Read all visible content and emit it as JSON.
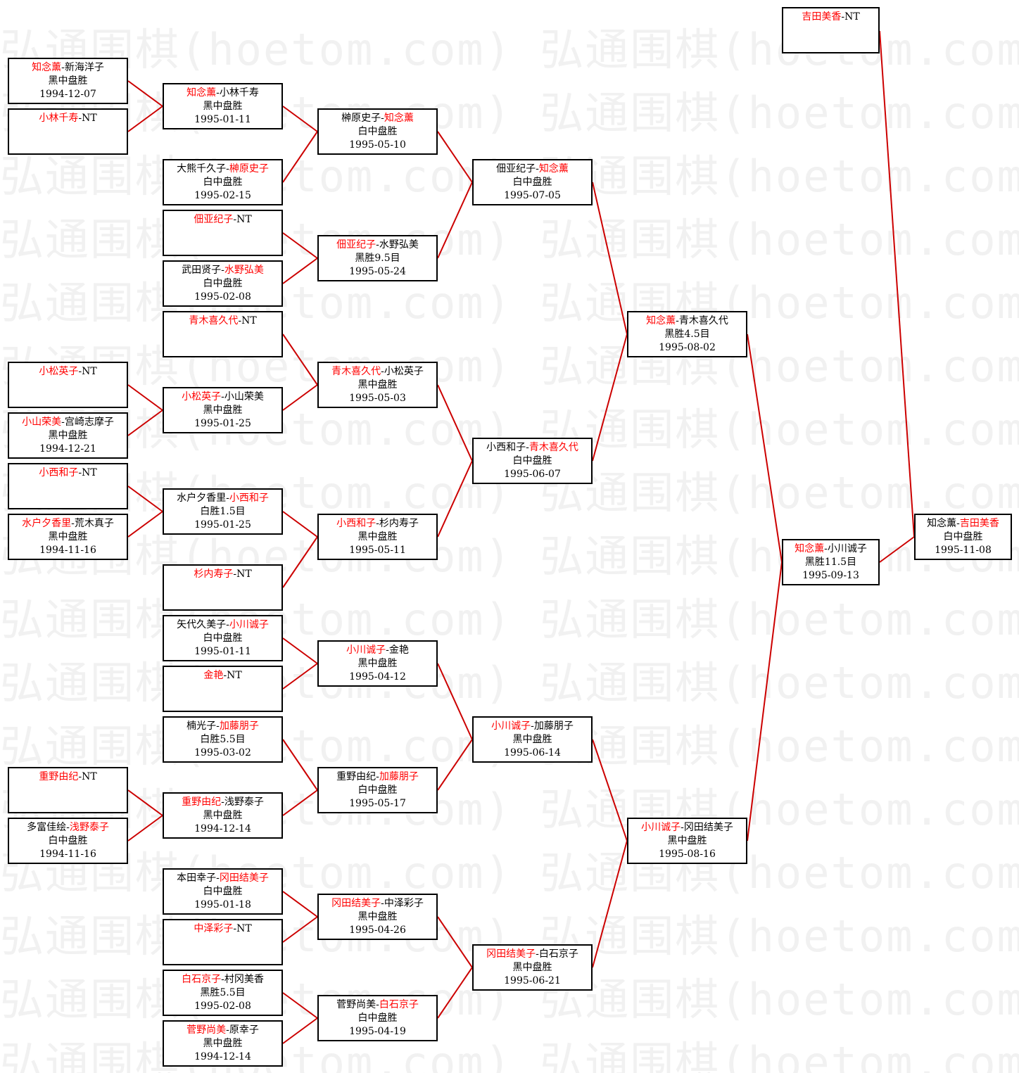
{
  "watermark": "弘通围棋(hoetom.com)",
  "colors": {
    "winner": "#ff0000",
    "loser": "#000000",
    "line": "#cc0000",
    "watermark": "#f1f1f1"
  },
  "games": [
    {
      "id": "r1a",
      "p1": "知念薰",
      "p2": "新海洋子",
      "winner": 1,
      "result": "黑中盘胜",
      "date": "1994-12-07"
    },
    {
      "id": "r1b",
      "p1": "小林千寿",
      "p2": "NT",
      "winner": 1,
      "result": "",
      "date": ""
    },
    {
      "id": "r1c",
      "p1": "小松英子",
      "p2": "NT",
      "winner": 1,
      "result": "",
      "date": ""
    },
    {
      "id": "r1d",
      "p1": "小山荣美",
      "p2": "宫崎志摩子",
      "winner": 1,
      "result": "黑中盘胜",
      "date": "1994-12-21"
    },
    {
      "id": "r1e",
      "p1": "小西和子",
      "p2": "NT",
      "winner": 1,
      "result": "",
      "date": ""
    },
    {
      "id": "r1f",
      "p1": "水户夕香里",
      "p2": "荒木真子",
      "winner": 1,
      "result": "黑中盘胜",
      "date": "1994-11-16"
    },
    {
      "id": "r1g",
      "p1": "重野由纪",
      "p2": "NT",
      "winner": 1,
      "result": "",
      "date": ""
    },
    {
      "id": "r1h",
      "p1": "多富佳绘",
      "p2": "浅野泰子",
      "winner": 2,
      "result": "白中盘胜",
      "date": "1994-11-16"
    },
    {
      "id": "r2a",
      "p1": "知念薰",
      "p2": "小林千寿",
      "winner": 1,
      "result": "黑中盘胜",
      "date": "1995-01-11"
    },
    {
      "id": "r2b",
      "p1": "大熊千久子",
      "p2": "榊原史子",
      "winner": 2,
      "result": "白中盘胜",
      "date": "1995-02-15"
    },
    {
      "id": "r2c",
      "p1": "佃亚纪子",
      "p2": "NT",
      "winner": 1,
      "result": "",
      "date": ""
    },
    {
      "id": "r2d",
      "p1": "武田贤子",
      "p2": "水野弘美",
      "winner": 2,
      "result": "白中盘胜",
      "date": "1995-02-08"
    },
    {
      "id": "r2e",
      "p1": "青木喜久代",
      "p2": "NT",
      "winner": 1,
      "result": "",
      "date": ""
    },
    {
      "id": "r2f",
      "p1": "小松英子",
      "p2": "小山荣美",
      "winner": 1,
      "result": "黑中盘胜",
      "date": "1995-01-25"
    },
    {
      "id": "r2g",
      "p1": "水户夕香里",
      "p2": "小西和子",
      "winner": 2,
      "result": "白胜1.5目",
      "date": "1995-01-25"
    },
    {
      "id": "r2h",
      "p1": "杉内寿子",
      "p2": "NT",
      "winner": 1,
      "result": "",
      "date": ""
    },
    {
      "id": "r2i",
      "p1": "矢代久美子",
      "p2": "小川诚子",
      "winner": 2,
      "result": "白中盘胜",
      "date": "1995-01-11"
    },
    {
      "id": "r2j",
      "p1": "金艳",
      "p2": "NT",
      "winner": 1,
      "result": "",
      "date": ""
    },
    {
      "id": "r2k",
      "p1": "楠光子",
      "p2": "加藤朋子",
      "winner": 2,
      "result": "白胜5.5目",
      "date": "1995-03-02"
    },
    {
      "id": "r2l",
      "p1": "重野由纪",
      "p2": "浅野泰子",
      "winner": 1,
      "result": "黑中盘胜",
      "date": "1994-12-14"
    },
    {
      "id": "r2m",
      "p1": "本田幸子",
      "p2": "冈田结美子",
      "winner": 2,
      "result": "白中盘胜",
      "date": "1995-01-18"
    },
    {
      "id": "r2n",
      "p1": "中泽彩子",
      "p2": "NT",
      "winner": 1,
      "result": "",
      "date": ""
    },
    {
      "id": "r2o",
      "p1": "白石京子",
      "p2": "村冈美香",
      "winner": 1,
      "result": "黑胜5.5目",
      "date": "1995-02-08"
    },
    {
      "id": "r2p",
      "p1": "菅野尚美",
      "p2": "原幸子",
      "winner": 1,
      "result": "黑中盘胜",
      "date": "1994-12-14"
    },
    {
      "id": "r3a",
      "p1": "榊原史子",
      "p2": "知念薰",
      "winner": 2,
      "result": "白中盘胜",
      "date": "1995-05-10"
    },
    {
      "id": "r3b",
      "p1": "佃亚纪子",
      "p2": "水野弘美",
      "winner": 1,
      "result": "黑胜9.5目",
      "date": "1995-05-24"
    },
    {
      "id": "r3c",
      "p1": "青木喜久代",
      "p2": "小松英子",
      "winner": 1,
      "result": "黑中盘胜",
      "date": "1995-05-03"
    },
    {
      "id": "r3d",
      "p1": "小西和子",
      "p2": "杉内寿子",
      "winner": 1,
      "result": "黑中盘胜",
      "date": "1995-05-11"
    },
    {
      "id": "r3e",
      "p1": "小川诚子",
      "p2": "金艳",
      "winner": 1,
      "result": "黑中盘胜",
      "date": "1995-04-12"
    },
    {
      "id": "r3f",
      "p1": "重野由纪",
      "p2": "加藤朋子",
      "winner": 2,
      "result": "白中盘胜",
      "date": "1995-05-17"
    },
    {
      "id": "r3g",
      "p1": "冈田结美子",
      "p2": "中泽彩子",
      "winner": 1,
      "result": "黑中盘胜",
      "date": "1995-04-26"
    },
    {
      "id": "r3h",
      "p1": "菅野尚美",
      "p2": "白石京子",
      "winner": 2,
      "result": "白中盘胜",
      "date": "1995-04-19"
    },
    {
      "id": "r4a",
      "p1": "佃亚纪子",
      "p2": "知念薰",
      "winner": 2,
      "result": "白中盘胜",
      "date": "1995-07-05"
    },
    {
      "id": "r4b",
      "p1": "小西和子",
      "p2": "青木喜久代",
      "winner": 2,
      "result": "白中盘胜",
      "date": "1995-06-07"
    },
    {
      "id": "r4c",
      "p1": "小川诚子",
      "p2": "加藤朋子",
      "winner": 1,
      "result": "黑中盘胜",
      "date": "1995-06-14"
    },
    {
      "id": "r4d",
      "p1": "冈田结美子",
      "p2": "白石京子",
      "winner": 1,
      "result": "黑中盘胜",
      "date": "1995-06-21"
    },
    {
      "id": "r5a",
      "p1": "知念薰",
      "p2": "青木喜久代",
      "winner": 1,
      "result": "黑胜4.5目",
      "date": "1995-08-02"
    },
    {
      "id": "r5b",
      "p1": "小川诚子",
      "p2": "冈田结美子",
      "winner": 1,
      "result": "黑中盘胜",
      "date": "1995-08-16"
    },
    {
      "id": "r6a",
      "p1": "知念薰",
      "p2": "小川诚子",
      "winner": 1,
      "result": "黑胜11.5目",
      "date": "1995-09-13"
    },
    {
      "id": "r6b",
      "p1": "吉田美香",
      "p2": "NT",
      "winner": 1,
      "result": "",
      "date": ""
    },
    {
      "id": "final",
      "p1": "知念薰",
      "p2": "吉田美香",
      "winner": 2,
      "result": "白中盘胜",
      "date": "1995-11-08"
    }
  ]
}
